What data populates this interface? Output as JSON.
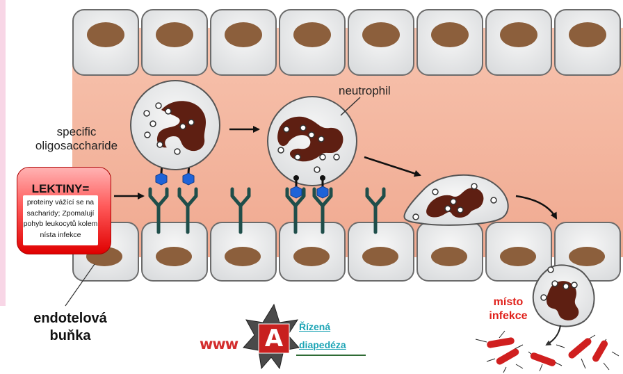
{
  "labels": {
    "specific_line1": "specific",
    "specific_line2": "oligosaccharide",
    "neutrophil": "neutrophil",
    "endotelova_line1": "endotelová",
    "endotelova_line2": "buňka",
    "misto_line1": "místo",
    "misto_line2": "infekce"
  },
  "lektiny": {
    "title": "LEKTINY=",
    "description": "proteiny vážící se na sacharidy; Zpomalují pohyb leukocytů kolem nísta infekce"
  },
  "logo": {
    "text": "www",
    "letter": "A"
  },
  "link": {
    "line1": "Řízená",
    "line2": "diapedéza"
  },
  "colors": {
    "tissue": "#f3b39c",
    "cell_fill": "#e9eaeb",
    "nucleus": "#8c5f3c",
    "neutrophil_nucleus": "#5e1f12",
    "receptor": "#1f4e4a",
    "oligosaccharide": "#1e63d8",
    "bacteria": "#d01f1f",
    "link": "#1ca4b5",
    "lektiny_box": "#ff4040"
  }
}
